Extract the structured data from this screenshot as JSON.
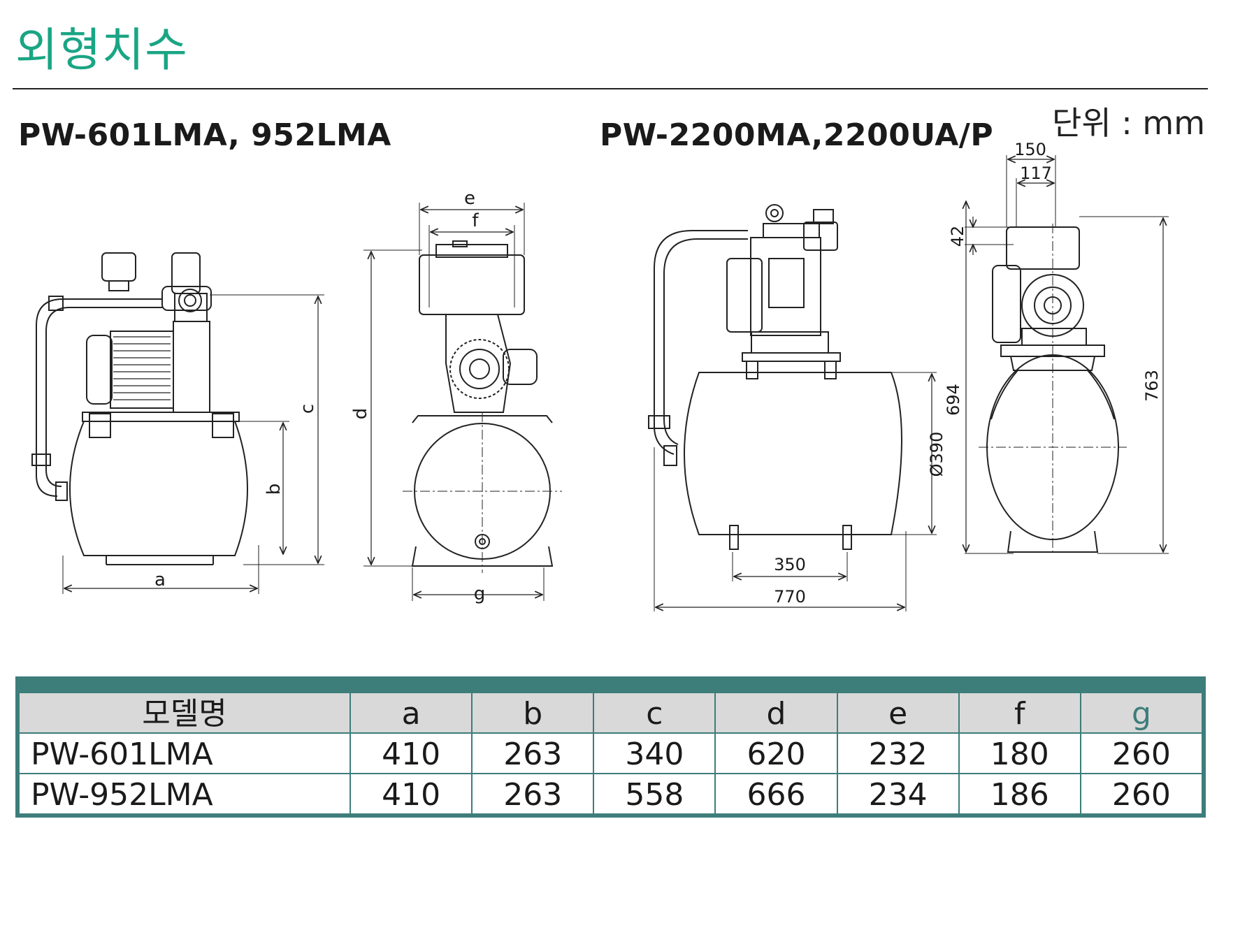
{
  "title": "외형치수",
  "unit": "단위 : mm",
  "left_model_title": "PW-601LMA, 952LMA",
  "right_model_title": "PW-2200MA,2200UA/P",
  "diagram_labels": {
    "a": "a",
    "b": "b",
    "c": "c",
    "d": "d",
    "e": "e",
    "f": "f",
    "g": "g"
  },
  "right_dimensions": {
    "d150": "150",
    "d117": "117",
    "d42": "42",
    "d694": "694",
    "d763": "763",
    "d390": "Ø390",
    "d350": "350",
    "d770": "770"
  },
  "table": {
    "headers": [
      "모델명",
      "a",
      "b",
      "c",
      "d",
      "e",
      "f",
      "g"
    ],
    "rows": [
      [
        "PW-601LMA",
        "410",
        "263",
        "340",
        "620",
        "232",
        "180",
        "260"
      ],
      [
        "PW-952LMA",
        "410",
        "263",
        "558",
        "666",
        "234",
        "186",
        "260"
      ]
    ]
  },
  "colors": {
    "accent": "#1aa584",
    "table": "#3d7d7a",
    "header_bg": "#d9d9d9"
  }
}
